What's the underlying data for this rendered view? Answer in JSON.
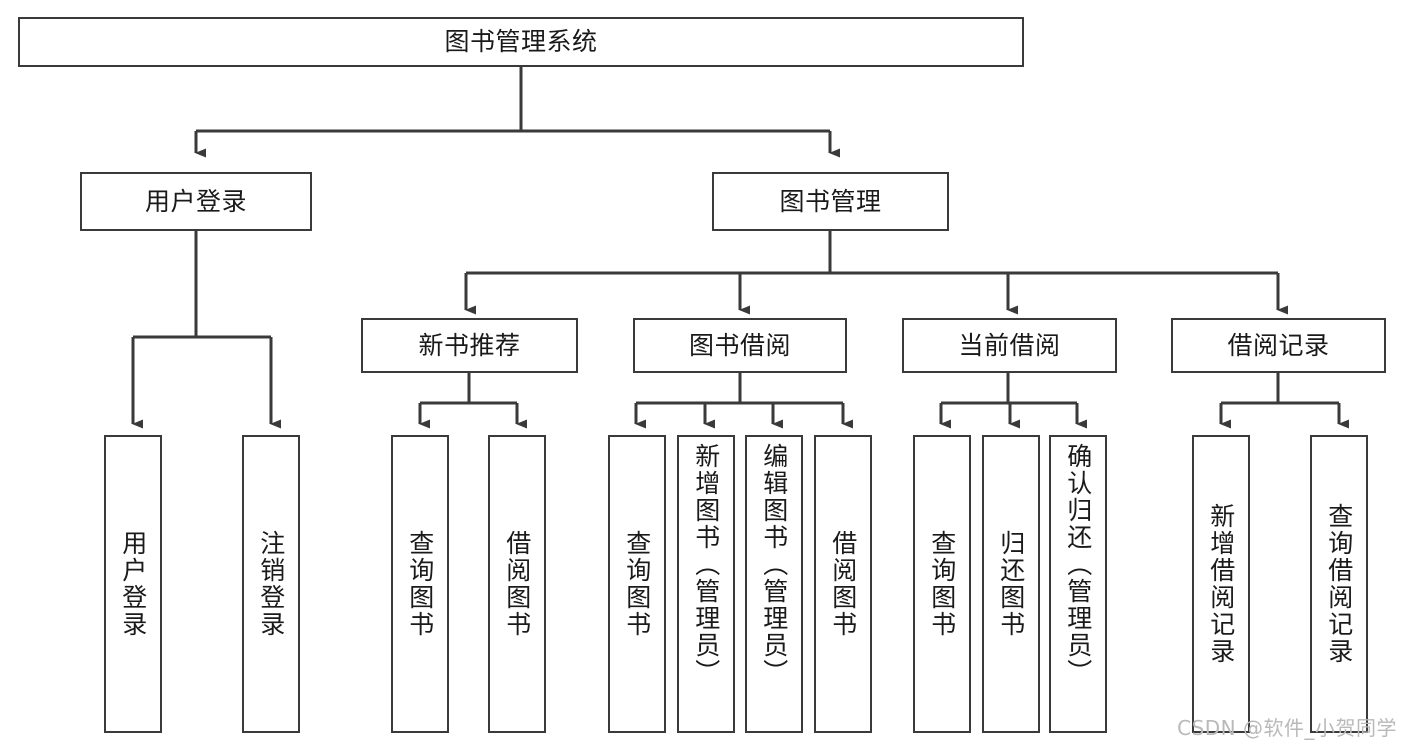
{
  "diagram": {
    "type": "tree",
    "title": "图书管理系统",
    "orientation": "top-down",
    "background_color": "#ffffff",
    "line_color": "#3a3a3a",
    "text_color": "#1a1a1a",
    "root": {
      "id": "root",
      "label": "图书管理系统"
    },
    "level2": [
      {
        "id": "user-login",
        "label": "用户登录"
      },
      {
        "id": "book-manage",
        "label": "图书管理"
      }
    ],
    "level3": [
      {
        "id": "new-book-recommend",
        "label": "新书推荐",
        "parent": "book-manage"
      },
      {
        "id": "book-borrow",
        "label": "图书借阅",
        "parent": "book-manage"
      },
      {
        "id": "current-borrow",
        "label": "当前借阅",
        "parent": "book-manage"
      },
      {
        "id": "borrow-record",
        "label": "借阅记录",
        "parent": "book-manage"
      }
    ],
    "leaves": [
      {
        "id": "leaf-user-login",
        "label": "用户登录",
        "parent": "user-login"
      },
      {
        "id": "leaf-logout",
        "label": "注销登录",
        "parent": "user-login"
      },
      {
        "id": "leaf-query-book-1",
        "label": "查询图书",
        "parent": "new-book-recommend"
      },
      {
        "id": "leaf-borrow-book-1",
        "label": "借阅图书",
        "parent": "new-book-recommend"
      },
      {
        "id": "leaf-query-book-2",
        "label": "查询图书",
        "parent": "book-borrow"
      },
      {
        "id": "leaf-add-book",
        "label": "新增图书（管理员）",
        "parent": "book-borrow"
      },
      {
        "id": "leaf-edit-book",
        "label": "编辑图书（管理员）",
        "parent": "book-borrow"
      },
      {
        "id": "leaf-borrow-book-2",
        "label": "借阅图书",
        "parent": "book-borrow"
      },
      {
        "id": "leaf-query-book-3",
        "label": "查询图书",
        "parent": "current-borrow"
      },
      {
        "id": "leaf-return-book",
        "label": "归还图书",
        "parent": "current-borrow"
      },
      {
        "id": "leaf-confirm-return",
        "label": "确认归还（管理员）",
        "parent": "current-borrow"
      },
      {
        "id": "leaf-add-record",
        "label": "新增借阅记录",
        "parent": "borrow-record"
      },
      {
        "id": "leaf-query-record",
        "label": "查询借阅记录",
        "parent": "borrow-record"
      }
    ]
  },
  "watermark": {
    "text": "CSDN @软件_小贺同学"
  }
}
